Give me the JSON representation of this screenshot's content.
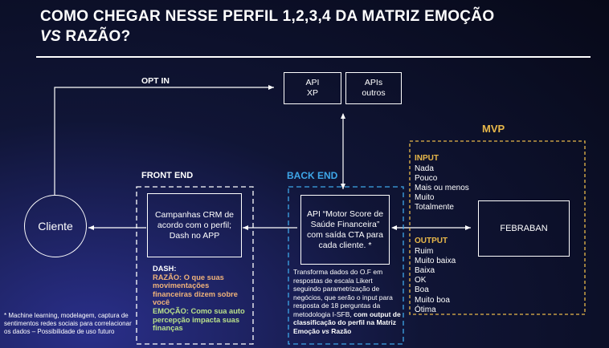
{
  "title_line1": "COMO CHEGAR NESSE PERFIL 1,2,3,4 DA MATRIZ EMOÇÃO",
  "title_vs": "VS",
  "title_line2_rest": "RAZÃO?",
  "opt_in": "OPT IN",
  "api_xp": [
    "API",
    "XP"
  ],
  "apis_outros": [
    "APIs",
    "outros"
  ],
  "mvp": "MVP",
  "front_end": "FRONT END",
  "back_end": "BACK END",
  "cliente": "Cliente",
  "campanhas": "Campanhas CRM de acordo com o perfil; Dash no APP",
  "api_motor": "API “Motor Score de Saúde Financeira” com saída CTA para cada cliente. *",
  "dash": {
    "label": "DASH:",
    "razao": "RAZÃO: O que suas movimentações financeiras dizem sobre você",
    "emocao": "EMOÇÃO: Como sua auto percepção impacta suas finanças"
  },
  "transforma": {
    "text": "Transforma dados do O.F em respostas de escala Likert seguindo parametrização de negócios, que serão o input para resposta de 18 perguntas da metodologia I-SFB,",
    "bold": "com output de classificação do perfil na Matriz Emoção",
    "vs": "vs",
    "bold_end": "Razão"
  },
  "input": {
    "label": "INPUT",
    "items": [
      "Nada",
      "Pouco",
      "Mais ou menos",
      "Muito",
      "Totalmente"
    ]
  },
  "output": {
    "label": "OUTPUT",
    "items": [
      "Ruim",
      "Muito baixa",
      "Baixa",
      "OK",
      "Boa",
      "Muito boa",
      "Ótima"
    ]
  },
  "febraban": "FEBRABAN",
  "footnote": "* Machine learning, modelagem, captura de sentimentos redes sociais para correlacionar os dados – Possibilidade de uso futuro",
  "colors": {
    "mvp": "#e8b84a",
    "input_output": "#e8b84a",
    "back_end": "#3ea6e8",
    "razao": "#f0b37a",
    "emocao": "#b9e08a"
  }
}
